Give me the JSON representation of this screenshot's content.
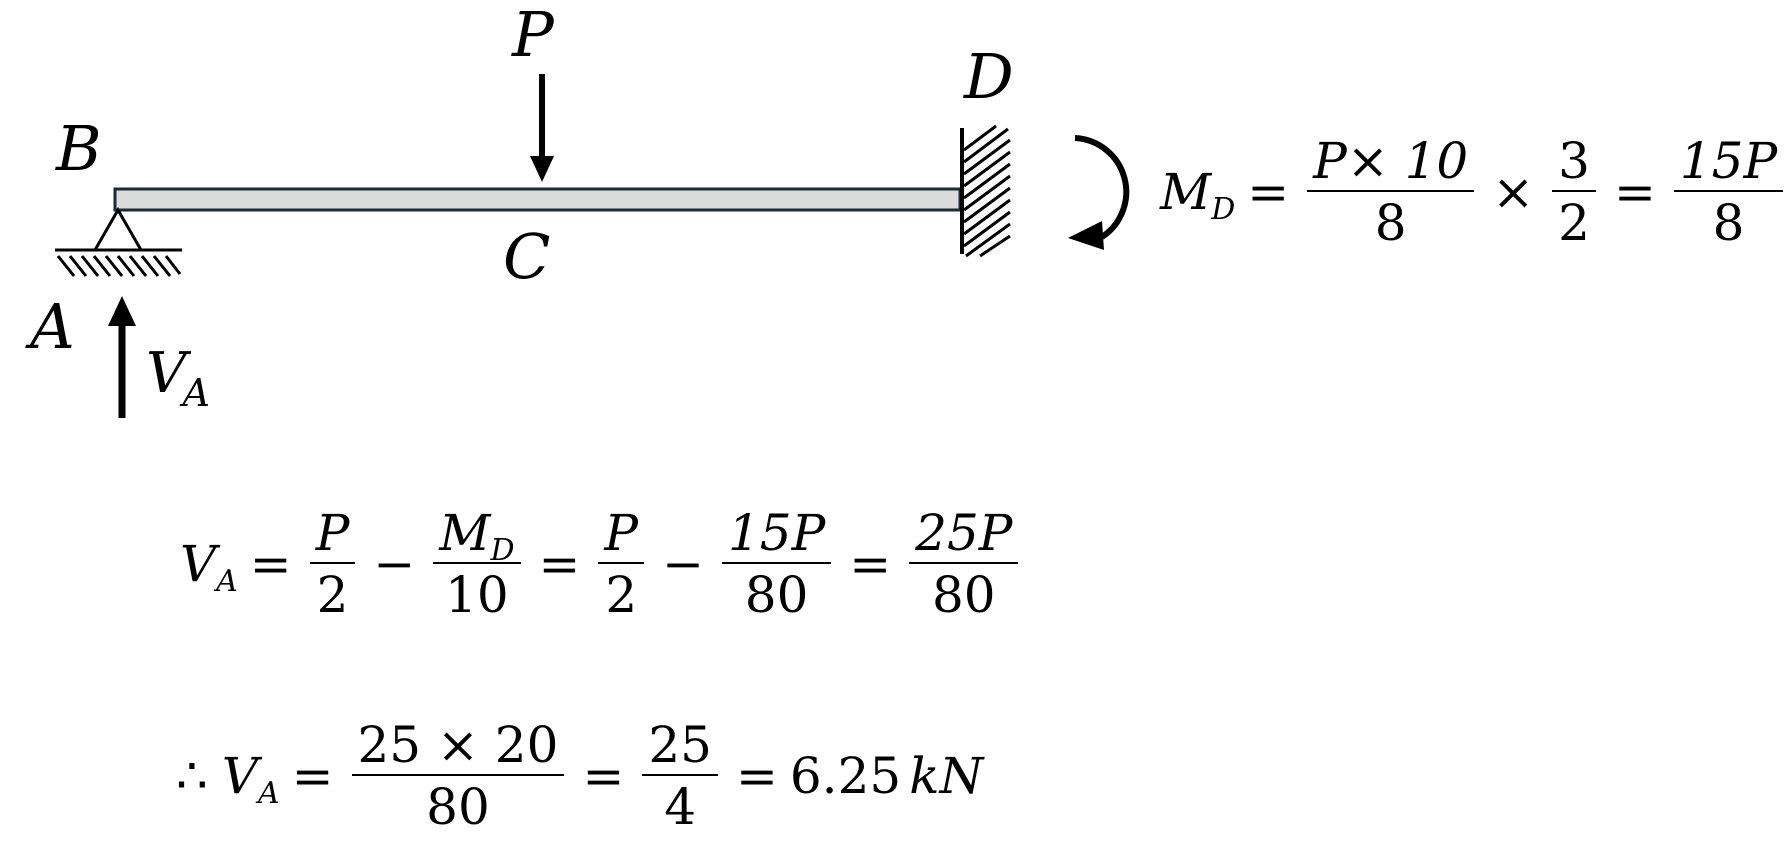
{
  "labels": {
    "B": "B",
    "A": "A",
    "C": "C",
    "D": "D",
    "P": "P",
    "V": "V",
    "V_sub": "A"
  },
  "eq_md": {
    "lhs": "M",
    "lhs_sub": "D",
    "eq1": "=",
    "f1_num": "P× 10",
    "f1_den": "8",
    "times": "×",
    "f2_num": "3",
    "f2_den": "2",
    "eq2": "=",
    "f3_num": "15P",
    "f3_den": "8"
  },
  "eq_va": {
    "lhs": "V",
    "lhs_sub": "A",
    "eq1": "=",
    "t1_num": "P",
    "t1_den": "2",
    "minus1": "−",
    "t2_num": "M",
    "t2_num_sub": "D",
    "t2_den": "10",
    "eq2": "=",
    "t3_num": "P",
    "t3_den": "2",
    "minus2": "−",
    "t4_num": "15P",
    "t4_den": "80",
    "eq3": "=",
    "t5_num": "25P",
    "t5_den": "80"
  },
  "eq_final": {
    "therefore": "∴",
    "lhs": "V",
    "lhs_sub": "A",
    "eq1": "=",
    "f1_num": "25 × 20",
    "f1_den": "80",
    "eq2": "=",
    "f2_num": "25",
    "f2_den": "4",
    "eq3": "=",
    "result": "6.25",
    "unit": "kN"
  }
}
